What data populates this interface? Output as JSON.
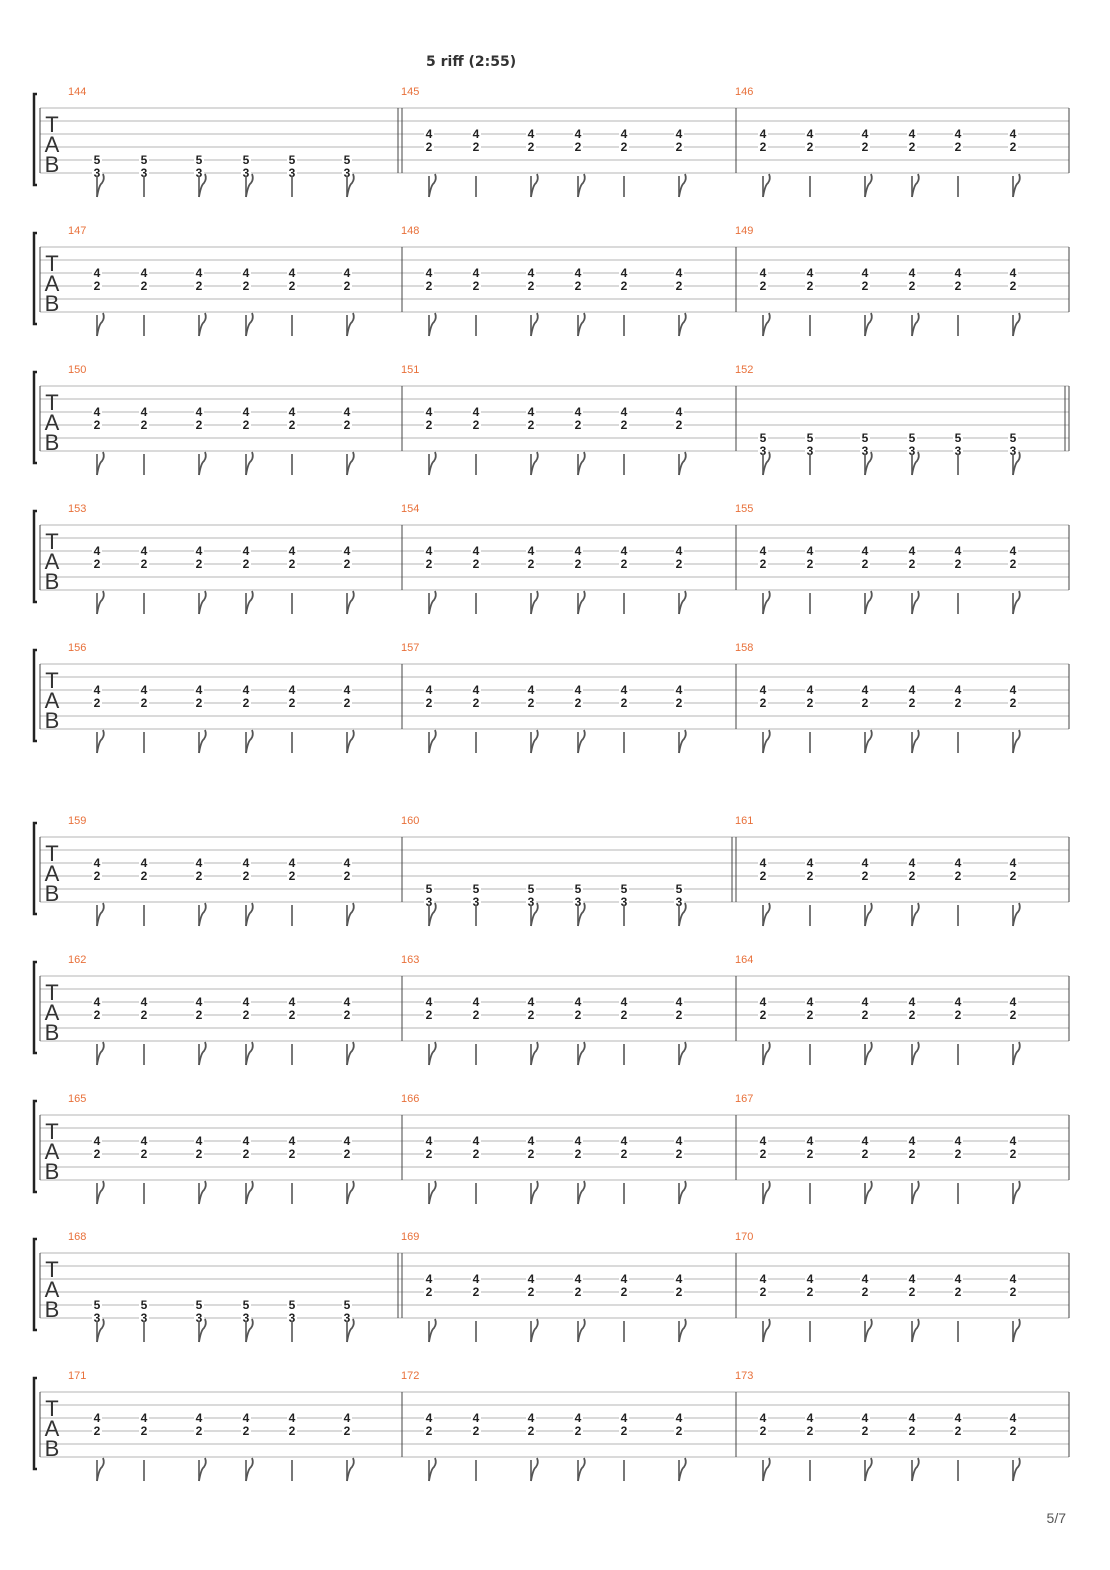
{
  "section": {
    "title": "5 riff (2:55)"
  },
  "page": {
    "number_text": "5/7"
  },
  "clef": {
    "letters": [
      "T",
      "A",
      "B"
    ]
  },
  "colors": {
    "measure_number": "#e8703a",
    "staff_line": "#b4b4b4",
    "fret": "#222222",
    "stem": "#555555",
    "brace": "#222222"
  },
  "voicings": {
    "A": [
      "3",
      "5"
    ],
    "B": [
      "2",
      "4"
    ]
  },
  "systems": [
    {
      "measures": [
        {
          "number": "144",
          "voicing": "A"
        },
        {
          "number": "145",
          "voicing": "B"
        },
        {
          "number": "146",
          "voicing": "B"
        }
      ],
      "double_bar_after_measure": 0
    },
    {
      "measures": [
        {
          "number": "147",
          "voicing": "B"
        },
        {
          "number": "148",
          "voicing": "B"
        },
        {
          "number": "149",
          "voicing": "B"
        }
      ]
    },
    {
      "measures": [
        {
          "number": "150",
          "voicing": "B"
        },
        {
          "number": "151",
          "voicing": "B"
        },
        {
          "number": "152",
          "voicing": "A"
        }
      ],
      "double_bar_end": true
    },
    {
      "measures": [
        {
          "number": "153",
          "voicing": "B"
        },
        {
          "number": "154",
          "voicing": "B"
        },
        {
          "number": "155",
          "voicing": "B"
        }
      ]
    },
    {
      "measures": [
        {
          "number": "156",
          "voicing": "B"
        },
        {
          "number": "157",
          "voicing": "B"
        },
        {
          "number": "158",
          "voicing": "B"
        }
      ]
    },
    {
      "measures": [
        {
          "number": "159",
          "voicing": "B"
        },
        {
          "number": "160",
          "voicing": "A"
        },
        {
          "number": "161",
          "voicing": "B"
        }
      ],
      "double_bar_after_measure": 1
    },
    {
      "measures": [
        {
          "number": "162",
          "voicing": "B"
        },
        {
          "number": "163",
          "voicing": "B"
        },
        {
          "number": "164",
          "voicing": "B"
        }
      ]
    },
    {
      "measures": [
        {
          "number": "165",
          "voicing": "B"
        },
        {
          "number": "166",
          "voicing": "B"
        },
        {
          "number": "167",
          "voicing": "B"
        }
      ]
    },
    {
      "measures": [
        {
          "number": "168",
          "voicing": "A"
        },
        {
          "number": "169",
          "voicing": "B"
        },
        {
          "number": "170",
          "voicing": "B"
        }
      ],
      "double_bar_after_measure": 0
    },
    {
      "measures": [
        {
          "number": "171",
          "voicing": "B"
        },
        {
          "number": "172",
          "voicing": "B"
        },
        {
          "number": "173",
          "voicing": "B"
        }
      ]
    }
  ]
}
